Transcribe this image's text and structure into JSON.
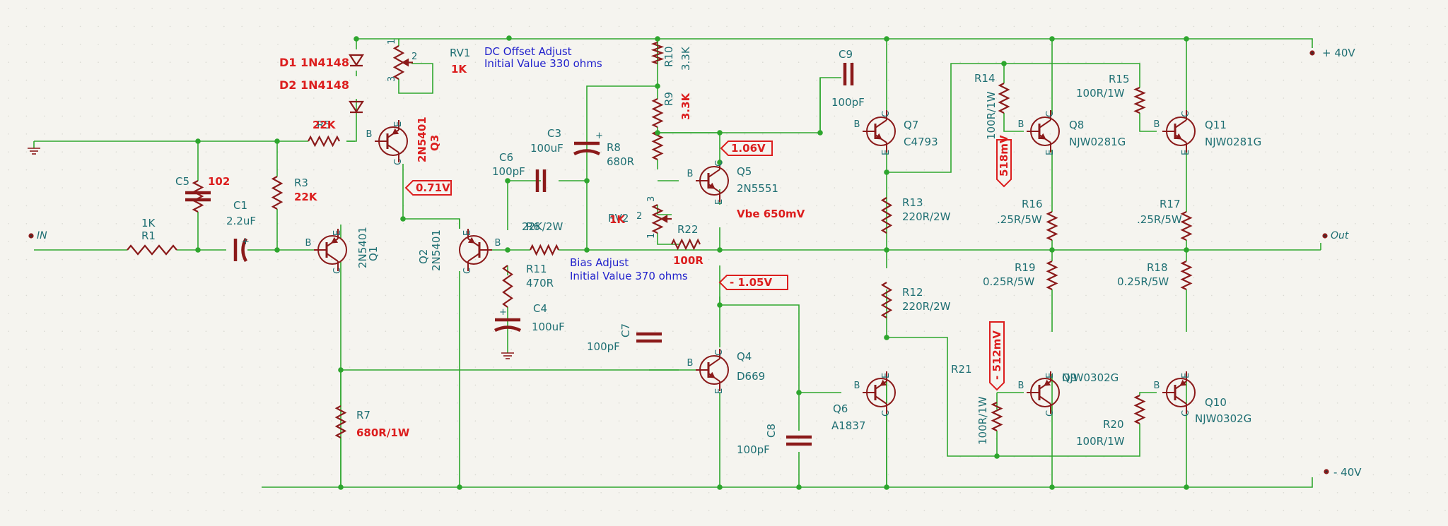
{
  "colors": {
    "background": "#f5f4ef",
    "wire": "#2ea62e",
    "component": "#8b1a1a",
    "ref": "#1f6f73",
    "red": "#dc1e1e",
    "note": "#2222cc",
    "grid": "#d9d9d2"
  },
  "power": {
    "pos": "+ 40V",
    "neg": "- 40V"
  },
  "ports": {
    "in": "IN",
    "out": "Out"
  },
  "notes": {
    "dc_offset": [
      "DC Offset Adjust",
      "Initial Value 330 ohms"
    ],
    "bias": [
      "Bias Adjust",
      "Initial Value 370 ohms"
    ]
  },
  "flags": {
    "v071": "0.71V",
    "v106": "1.06V",
    "vm105": "- 1.05V",
    "mv518": "518mV",
    "mvm512": "- 512mV"
  },
  "resistors": {
    "r1": [
      "R1",
      "1K"
    ],
    "r3": [
      "R3",
      "22K"
    ],
    "r5": [
      "R5",
      "22K"
    ],
    "r6": [
      "R6",
      "22K/2W"
    ],
    "r7": [
      "R7",
      "680R/1W"
    ],
    "r8": [
      "R8",
      "680R"
    ],
    "r9": [
      "R9",
      "3.3K"
    ],
    "r10": [
      "R10",
      "3.3K"
    ],
    "r11": [
      "R11",
      "470R"
    ],
    "r12": [
      "R12",
      "220R/2W"
    ],
    "r13": [
      "R13",
      "220R/2W"
    ],
    "r14": [
      "R14",
      "100R/1W"
    ],
    "r15": [
      "R15",
      "100R/1W"
    ],
    "r16": [
      "R16",
      ".25R/5W"
    ],
    "r17": [
      "R17",
      ".25R/5W"
    ],
    "r18": [
      "R18",
      "0.25R/5W"
    ],
    "r19": [
      "R19",
      "0.25R/5W"
    ],
    "r20": [
      "R20",
      "100R/1W"
    ],
    "r21": [
      "R21",
      "100R/1W"
    ],
    "r22": [
      "R22",
      "100R"
    ],
    "rv1": [
      "RV1",
      "1K"
    ],
    "rv2": [
      "RV2",
      "1K"
    ]
  },
  "capacitors": {
    "c1": [
      "C1",
      "2.2uF"
    ],
    "c3": [
      "C3",
      "100uF"
    ],
    "c4": [
      "C4",
      "100uF"
    ],
    "c5": [
      "C5",
      "102"
    ],
    "c6": [
      "C6",
      "100pF"
    ],
    "c7": [
      "C7",
      "100pF"
    ],
    "c8": [
      "C8",
      "100pF"
    ],
    "c9": [
      "C9",
      "100pF"
    ]
  },
  "diodes": {
    "d1": "D1  1N4148",
    "d2": "D2  1N4148"
  },
  "transistors": {
    "q1": [
      "Q1",
      "2N5401"
    ],
    "q2": [
      "Q2",
      "2N5401"
    ],
    "q3": [
      "Q3",
      "2N5401"
    ],
    "q4": [
      "Q4",
      "D669"
    ],
    "q5": [
      "Q5",
      "2N5551"
    ],
    "q6": [
      "Q6",
      "A1837"
    ],
    "q7": [
      "Q7",
      "C4793"
    ],
    "q8": [
      "Q8",
      "NJW0281G"
    ],
    "q9": [
      "Q9",
      "NJW0302G"
    ],
    "q10": [
      "Q10",
      "NJW0302G"
    ],
    "q11": [
      "Q11",
      "NJW0281G"
    ]
  },
  "pins": {
    "b": "B",
    "c": "C",
    "e": "E",
    "p1": "1",
    "p2": "2",
    "p3": "3",
    "plus": "+"
  },
  "vbe_note": "Vbe 650mV"
}
